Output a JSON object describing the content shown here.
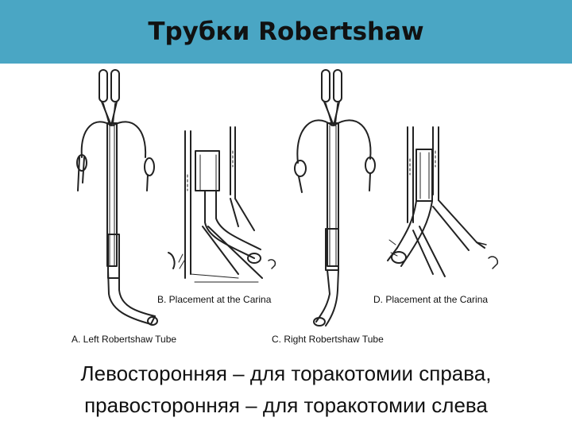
{
  "header": {
    "title": "Трубки Robertshaw",
    "background": "#4aa6c4"
  },
  "figure": {
    "panels": [
      {
        "id": "A",
        "label": "A.  Left Robertshaw Tube"
      },
      {
        "id": "B",
        "label": "B.  Placement at the Carina"
      },
      {
        "id": "C",
        "label": "C.  Right Robertshaw Tube"
      },
      {
        "id": "D",
        "label": "D.  Placement at the Carina"
      }
    ]
  },
  "caption": {
    "line1": "Левосторонняя – для торакотомии справа,",
    "line2": "правосторонняя – для торакотомии слева"
  }
}
